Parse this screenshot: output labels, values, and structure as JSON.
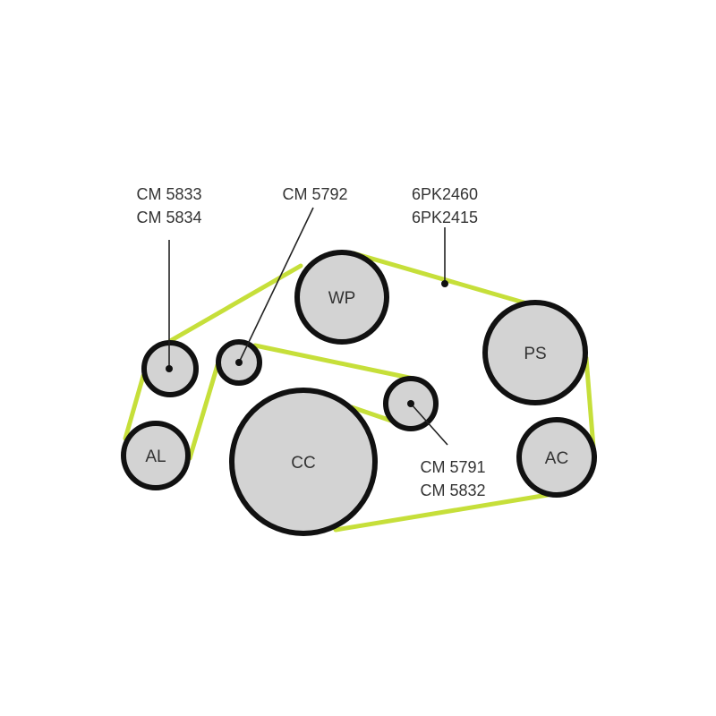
{
  "labels": {
    "tensioner": [
      "CM 5833",
      "CM 5834"
    ],
    "idler_top": "CM 5792",
    "belt": [
      "6PK2460",
      "6PK2415"
    ],
    "idler_right": [
      "CM 5791",
      "CM 5832"
    ]
  },
  "pulleys": {
    "wp": "WP",
    "ps": "PS",
    "ac": "AC",
    "cc": "CC",
    "al": "AL"
  },
  "colors": {
    "belt": "#c6df3a",
    "pulley_fill": "#d3d3d3",
    "outline": "#111111"
  }
}
